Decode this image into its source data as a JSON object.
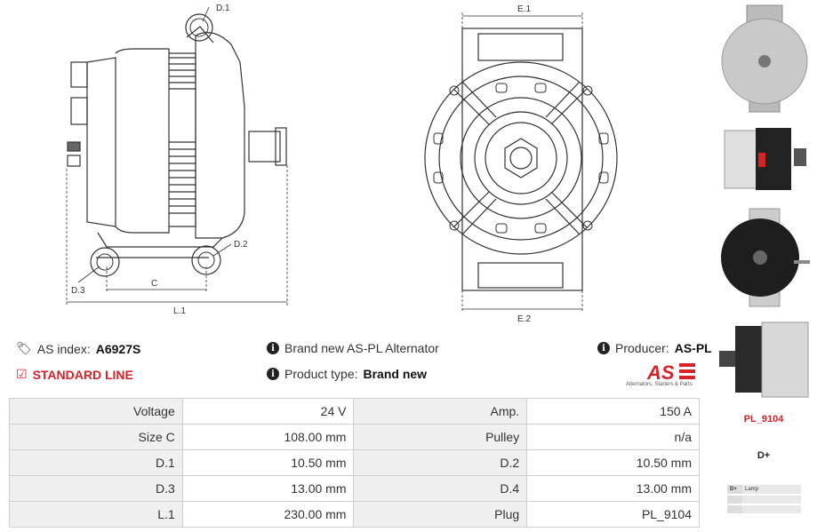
{
  "diagram_labels": {
    "d1": "D.1",
    "d2": "D.2",
    "d3": "D.3",
    "c": "C",
    "l1": "L.1",
    "e1": "E.1",
    "e2": "E.2"
  },
  "info": {
    "as_index_label": "AS index:",
    "as_index_value": "A6927S",
    "standard_line": "STANDARD LINE",
    "brand_new": "Brand new AS-PL Alternator",
    "product_type_label": "Product type:",
    "product_type_value": "Brand new",
    "producer_label": "Producer:",
    "producer_value": "AS-PL"
  },
  "logo": {
    "text": "AS",
    "tagline": "Alternators, Starters & Parts"
  },
  "specs": [
    {
      "label1": "Voltage",
      "value1": "24 V",
      "label2": "Amp.",
      "value2": "150 A"
    },
    {
      "label1": "Size C",
      "value1": "108.00 mm",
      "label2": "Pulley",
      "value2": "n/a"
    },
    {
      "label1": "D.1",
      "value1": "10.50 mm",
      "label2": "D.2",
      "value2": "10.50 mm"
    },
    {
      "label1": "D.3",
      "value1": "13.00 mm",
      "label2": "D.4",
      "value2": "13.00 mm"
    },
    {
      "label1": "L.1",
      "value1": "230.00 mm",
      "label2": "Plug",
      "value2": "PL_9104"
    }
  ],
  "plug": {
    "name": "PL_9104",
    "terminal": "D+",
    "pins": [
      {
        "pin": "D+",
        "desc": "Lamp"
      },
      {
        "pin": "",
        "desc": ""
      },
      {
        "pin": "",
        "desc": ""
      }
    ]
  },
  "colors": {
    "accent_red": "#d6232a",
    "table_label_bg": "#f0f0f0",
    "border": "#cfcfcf"
  }
}
